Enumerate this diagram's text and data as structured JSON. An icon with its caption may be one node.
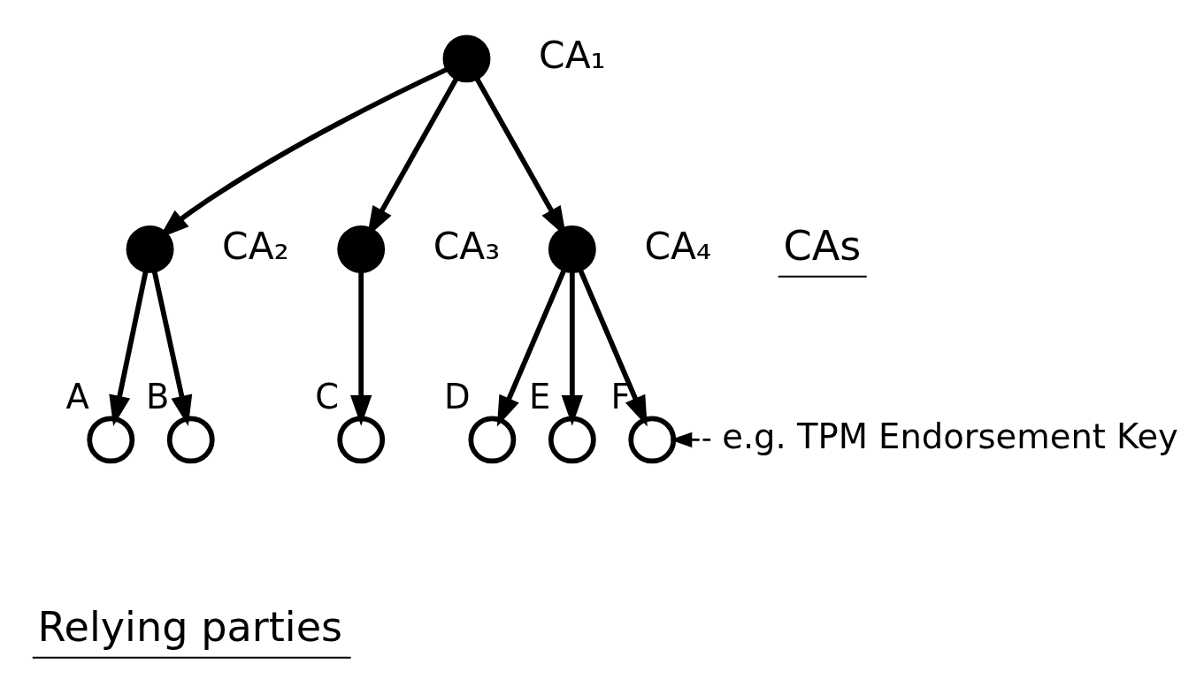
{
  "diagram": {
    "nodes": [
      {
        "text": [],
        "shape": "circle",
        "beside": [
          "CA₁"
        ]
      },
      {
        "text": [],
        "shape": "circle",
        "beside": [
          "CA₂"
        ]
      },
      {
        "text": [],
        "shape": "circle",
        "beside": [
          "CA₃"
        ]
      },
      {
        "text": [],
        "shape": "circle",
        "beside": [
          "CA₄"
        ]
      },
      {
        "text": [],
        "shape": "circle",
        "beside": [
          "A"
        ]
      },
      {
        "text": [],
        "shape": "circle",
        "beside": [
          "B"
        ]
      },
      {
        "text": [],
        "shape": "circle",
        "beside": [
          "C"
        ]
      },
      {
        "text": [],
        "shape": "circle",
        "beside": [
          "D"
        ]
      },
      {
        "text": [],
        "shape": "circle",
        "beside": [
          "E"
        ]
      },
      {
        "text": [],
        "shape": "circle",
        "beside": [
          "F"
        ]
      },
      {
        "text": [
          "e.g. TPM Endorsement Key"
        ]
      }
    ],
    "edges": [
      {
        "from": 0,
        "to": 1,
        "arrow": "to"
      },
      {
        "from": 0,
        "to": 2,
        "arrow": "to"
      },
      {
        "from": 0,
        "to": 3,
        "arrow": "to"
      },
      {
        "from": 1,
        "to": 4,
        "arrow": "to"
      },
      {
        "from": 1,
        "to": 5,
        "arrow": "to"
      },
      {
        "from": 2,
        "to": 6,
        "arrow": "to"
      },
      {
        "from": 3,
        "to": 7,
        "arrow": "to"
      },
      {
        "from": 3,
        "to": 8,
        "arrow": "to"
      },
      {
        "from": 3,
        "to": 9,
        "arrow": "to"
      },
      {
        "from": 10,
        "to": 9,
        "arrow": "to",
        "style": "dashed"
      }
    ],
    "labels": [
      "CAs",
      "Relying parties"
    ]
  }
}
